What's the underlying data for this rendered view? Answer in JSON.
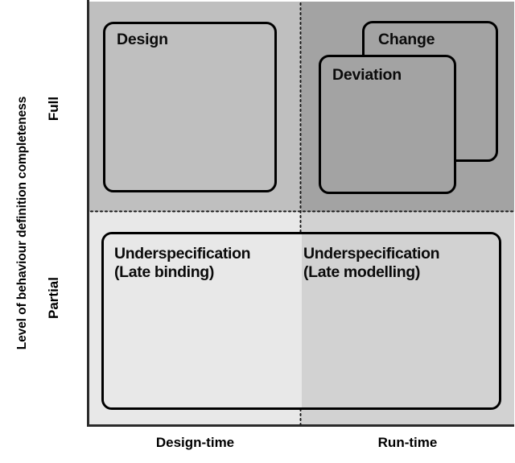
{
  "chart_data": {
    "type": "table",
    "title": "",
    "xlabel": "",
    "ylabel": "Level of behaviour definition completeness",
    "x_ticks": [
      "Design-time",
      "Run-time"
    ],
    "y_ticks": [
      "Full",
      "Partial"
    ],
    "grid": true,
    "legend": "none",
    "quadrants": [
      {
        "x": "Design-time",
        "y": "Full",
        "items": [
          "Design"
        ],
        "fill": "#bfbfbf"
      },
      {
        "x": "Run-time",
        "y": "Full",
        "items": [
          "Change",
          "Deviation"
        ],
        "fill": "#a3a3a3"
      },
      {
        "x": "Design-time",
        "y": "Partial",
        "items": [
          "Underspecification\n(Late binding)"
        ],
        "fill": "#e8e8e8"
      },
      {
        "x": "Run-time",
        "y": "Partial",
        "items": [
          "Underspecification\n(Late modelling)"
        ],
        "fill": "#d2d2d2"
      }
    ]
  },
  "axes": {
    "y_title": "Level of behaviour definition completeness",
    "y_tick_full": "Full",
    "y_tick_partial": "Partial",
    "x_tick_design_time": "Design-time",
    "x_tick_run_time": "Run-time"
  },
  "nodes": {
    "design": "Design",
    "change": "Change",
    "deviation": "Deviation",
    "underspecification_late_binding": "Underspecification\n(Late binding)",
    "underspecification_late_modelling": "Underspecification\n(Late modelling)"
  },
  "colors": {
    "quadrant_full_design_time": "#bfbfbf",
    "quadrant_full_run_time": "#a3a3a3",
    "quadrant_partial_design_time": "#e8e8e8",
    "quadrant_partial_run_time": "#d2d2d2",
    "node_border": "#000000",
    "axis": "#2b2b2b",
    "text": "#000000"
  }
}
